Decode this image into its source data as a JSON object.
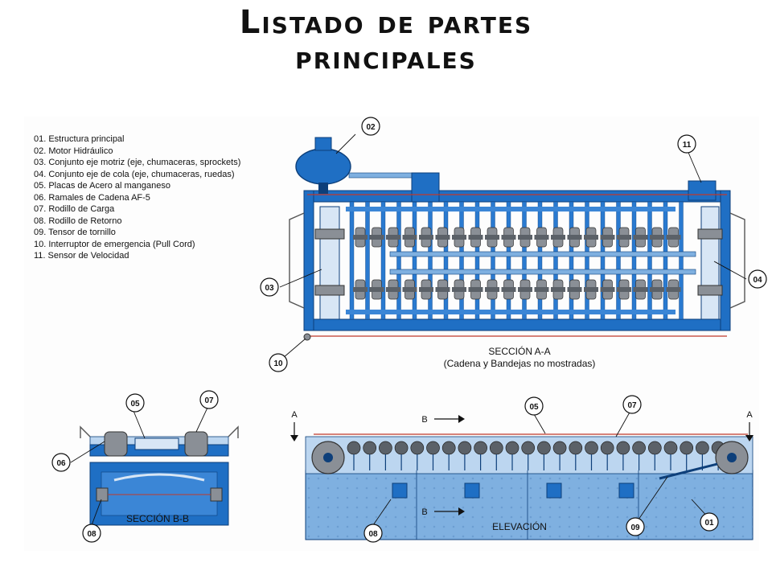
{
  "title": {
    "line1": "Listado de partes",
    "line2": "principales"
  },
  "parts": [
    "01. Estructura principal",
    "02. Motor Hidráulico",
    "03. Conjunto eje motriz (eje, chumaceras, sprockets)",
    "04. Conjunto eje de cola (eje, chumaceras, ruedas)",
    "05. Placas de Acero al manganeso",
    "06. Ramales de Cadena AF-5",
    "07. Rodillo de Carga",
    "08. Rodillo de Retorno",
    "09. Tensor de tornillo",
    "10. Interruptor de emergencia (Pull Cord)",
    "11. Sensor de Velocidad"
  ],
  "callouts": {
    "c02": "02",
    "c11": "11",
    "c03": "03",
    "c04": "04",
    "c10": "10",
    "bb05": "05",
    "bb07": "07",
    "bb06": "06",
    "bb08": "08",
    "el05": "05",
    "el07": "07",
    "el08": "08",
    "el09": "09",
    "el01": "01"
  },
  "labels": {
    "section_aa_title": "SECCIÓN A-A",
    "section_aa_note": "(Cadena y Bandejas no mostradas)",
    "section_bb": "SECCIÓN B-B",
    "elevation": "ELEVACIÓN",
    "arrow_a": "A",
    "arrow_b": "B"
  },
  "colors": {
    "frame_blue": "#1f6fc4",
    "frame_dark": "#0d3f7a",
    "light_blue": "#7fb0e0",
    "pale_blue": "#bcd6f0",
    "chain_red": "#c0392b",
    "roller_gray": "#8a8f96"
  }
}
